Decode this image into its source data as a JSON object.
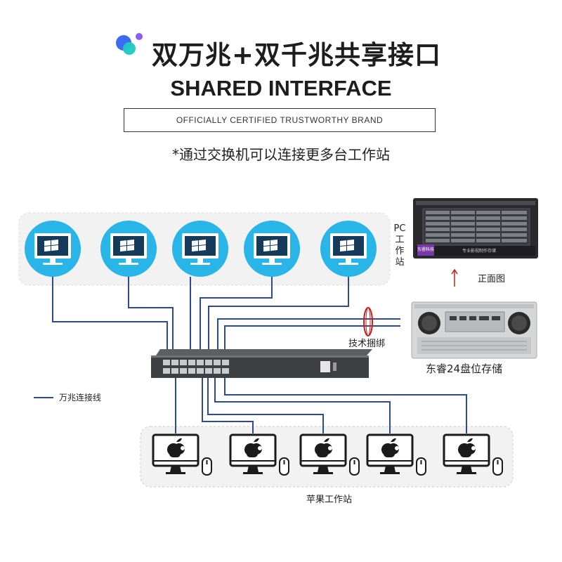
{
  "header": {
    "title_cn": "双万兆+双千兆共享接口",
    "title_en": "SHARED INTERFACE",
    "badge": "OFFICIALLY CERTIFIED TRUSTWORTHY BRAND",
    "note": "*通过交换机可以连接更多台工作站"
  },
  "labels": {
    "pc_workstation": "PC工作站",
    "front_view": "正面图",
    "storage": "东睿24盘位存储",
    "cable_binding": "技术捆绑",
    "mac_workstation": "苹果工作站",
    "panel_logo_text": "东睿科技",
    "panel_label": "专业影视制作存储"
  },
  "legend": {
    "label": "万兆连接线"
  },
  "colors": {
    "monitor_circle": "#29b5e8",
    "group_bg": "#f2f2f2",
    "cable": "#2c4b96",
    "binding_ring": "#c81e1e",
    "arrow": "#c81e1e"
  },
  "icons": {
    "pc": "windows-monitor-icon",
    "mac": "apple-imac-icon",
    "mouse": "mouse-icon",
    "switch": "network-switch",
    "storage_front": "storage-server-front",
    "storage_rear": "storage-server-rear"
  }
}
